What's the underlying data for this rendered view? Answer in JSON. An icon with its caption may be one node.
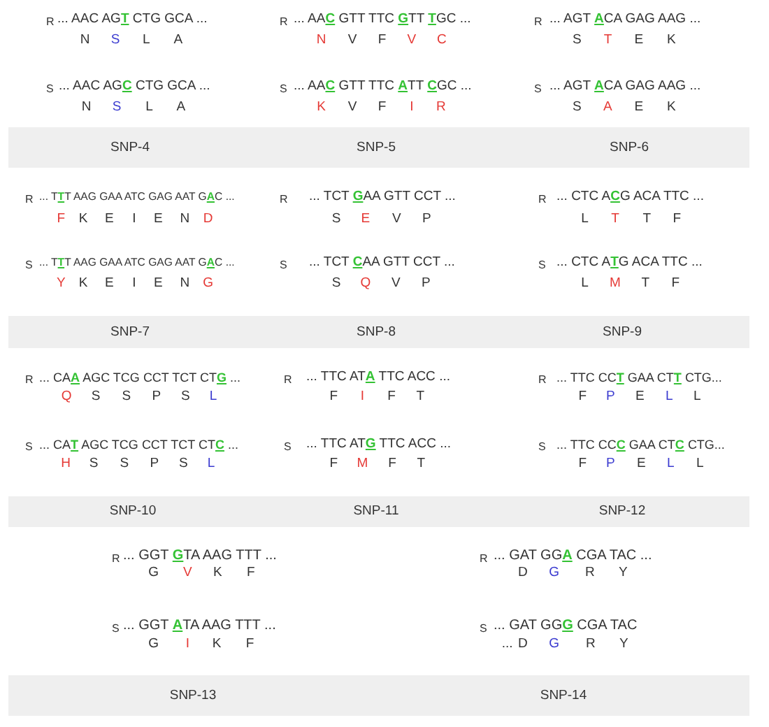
{
  "diagram": {
    "nodes": [
      {
        "text": [
          "SNP-4",
          "SNP-5",
          "SNP-6"
        ]
      },
      {
        "text": [
          "SNP-7",
          "SNP-8",
          "SNP-9"
        ]
      },
      {
        "text": [
          "SNP-10",
          "SNP-11",
          "SNP-12"
        ]
      },
      {
        "text": [
          "SNP-13",
          "SNP-14"
        ]
      }
    ],
    "labels": [
      "R",
      "... AAC AG**T** CTG GCA ...",
      "N S L A",
      "S",
      "... AAC AG**C** CTG GCA ...",
      "N S L A",
      "R",
      "... AA**C** GTT TTC **G**TT **T**GC ...",
      "N V F V C",
      "S",
      "... AA**C** GTT TTC **A**TT **C**GC ...",
      "K V F I R",
      "R",
      "... AGT **A**CA GAG AAG ...",
      "S T E K",
      "S",
      "... AGT **A**CA GAG AAG ...",
      "S A E K",
      "R",
      "... T**T**T AAG GAA ATC GAG AAT G**A**C ...",
      "F K E I E N D",
      "S",
      "... T**T**T AAG GAA ATC GAG AAT G**A**C ...",
      "Y K E I E N G",
      "R",
      "... TCT **G**AA GTT CCT ...",
      "S E V P",
      "S",
      "... TCT **C**AA GTT CCT ...",
      "S Q V P",
      "R",
      "... CTC A**C**G ACA TTC ...",
      "L T T F",
      "S",
      "... CTC A**T**G ACA TTC ...",
      "L M T F",
      "R",
      "... CA**A** AGC TCG CCT TCT CT**G** ...",
      "Q S S P S L",
      "S",
      "... CA**T** AGC TCG CCT TCT CT**C** ...",
      "H S S P S L",
      "R",
      "... TTC AT**A** TTC ACC ...",
      "F I F T",
      "S",
      "... TTC AT**G** TTC ACC ...",
      "F M F T",
      "R",
      "... TTC CC**T** GAA CT**T** CTG...",
      "F P E L L",
      "S",
      "... TTC CC**C** GAA CT**C** CTG...",
      "F P E L L",
      "R",
      "... GGT **G**TA AAG TTT ...",
      "G V K F",
      "S",
      "... GGT **A**TA AAG TTT ...",
      "G I K F",
      "R",
      "... GAT GG**A** CGA TAC ...",
      "D G R Y",
      "S",
      "... GAT GG**G** CGA TAC",
      "... D G R Y"
    ]
  }
}
